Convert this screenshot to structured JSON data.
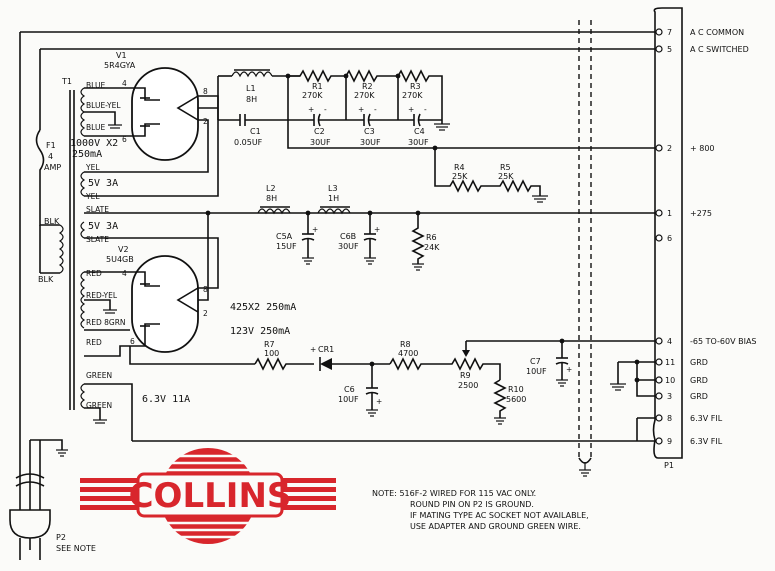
{
  "terminals": [
    {
      "num": "7",
      "label": "A C COMMON"
    },
    {
      "num": "5",
      "label": "A C SWITCHED"
    },
    {
      "num": "2",
      "label": "+ 800"
    },
    {
      "num": "1",
      "label": "+275"
    },
    {
      "num": "6",
      "label": ""
    },
    {
      "num": "4",
      "label": "-65 TO-60V BIAS"
    },
    {
      "num": "11",
      "label": "GRD"
    },
    {
      "num": "10",
      "label": "GRD"
    },
    {
      "num": "3",
      "label": "GRD"
    },
    {
      "num": "8",
      "label": "6.3V FIL"
    },
    {
      "num": "9",
      "label": "6.3V FIL"
    }
  ],
  "connector": "P1",
  "transformer": {
    "ref": "T1",
    "windings": [
      "BLUE",
      "BLUE-YEL",
      "BLUE",
      "1000V X2",
      "250mA",
      "YEL",
      "5V 3A",
      "YEL",
      "SLATE",
      "5V 3A",
      "SLATE",
      "RED",
      "RED-YEL",
      "RED 8GRN",
      "RED",
      "GREEN",
      "GREEN"
    ],
    "primary": [
      "BLK",
      "BLK"
    ]
  },
  "fuse": {
    "ref": "F1",
    "rating": "4",
    "unit": "AMP"
  },
  "tubes": [
    {
      "ref": "V1",
      "type": "5R4GYA",
      "pins": [
        "4",
        "6",
        "8",
        "2"
      ]
    },
    {
      "ref": "V2",
      "type": "5U4GB",
      "pins": [
        "4",
        "6",
        "8",
        "2"
      ]
    }
  ],
  "ratings": [
    "425X2 250mA",
    "123V 250mA",
    "6.3V 11A"
  ],
  "inductors": [
    {
      "ref": "L1",
      "value": "8H"
    },
    {
      "ref": "L2",
      "value": "8H"
    },
    {
      "ref": "L3",
      "value": "1H"
    }
  ],
  "resistors": [
    {
      "ref": "R1",
      "value": "270K"
    },
    {
      "ref": "R2",
      "value": "270K"
    },
    {
      "ref": "R3",
      "value": "270K"
    },
    {
      "ref": "R4",
      "value": "25K"
    },
    {
      "ref": "R5",
      "value": "25K"
    },
    {
      "ref": "R6",
      "value": "24K"
    },
    {
      "ref": "R7",
      "value": "100"
    },
    {
      "ref": "R8",
      "value": "4700"
    },
    {
      "ref": "R9",
      "value": "2500"
    },
    {
      "ref": "R10",
      "value": "5600"
    }
  ],
  "capacitors": [
    {
      "ref": "C1",
      "value": "0.05UF"
    },
    {
      "ref": "C2",
      "value": "30UF"
    },
    {
      "ref": "C3",
      "value": "30UF"
    },
    {
      "ref": "C4",
      "value": "30UF"
    },
    {
      "ref": "C5A",
      "value": "15UF"
    },
    {
      "ref": "C6B",
      "value": "30UF"
    },
    {
      "ref": "C6",
      "value": "10UF"
    },
    {
      "ref": "C7",
      "value": "10UF"
    }
  ],
  "diode": {
    "ref": "CR1"
  },
  "plug": {
    "ref": "P2",
    "note": "SEE NOTE"
  },
  "logo": {
    "text": "COLLINS",
    "color": "#d8262c"
  },
  "note": {
    "lines": [
      "NOTE: 516F-2 WIRED FOR 115 VAC ONLY.",
      "ROUND PIN ON P2 IS GROUND.",
      "IF MATING TYPE AC SOCKET NOT AVAILABLE,",
      "USE ADAPTER AND GROUND GREEN WIRE."
    ]
  },
  "signs": {
    "plus": "+",
    "minus": "-"
  }
}
